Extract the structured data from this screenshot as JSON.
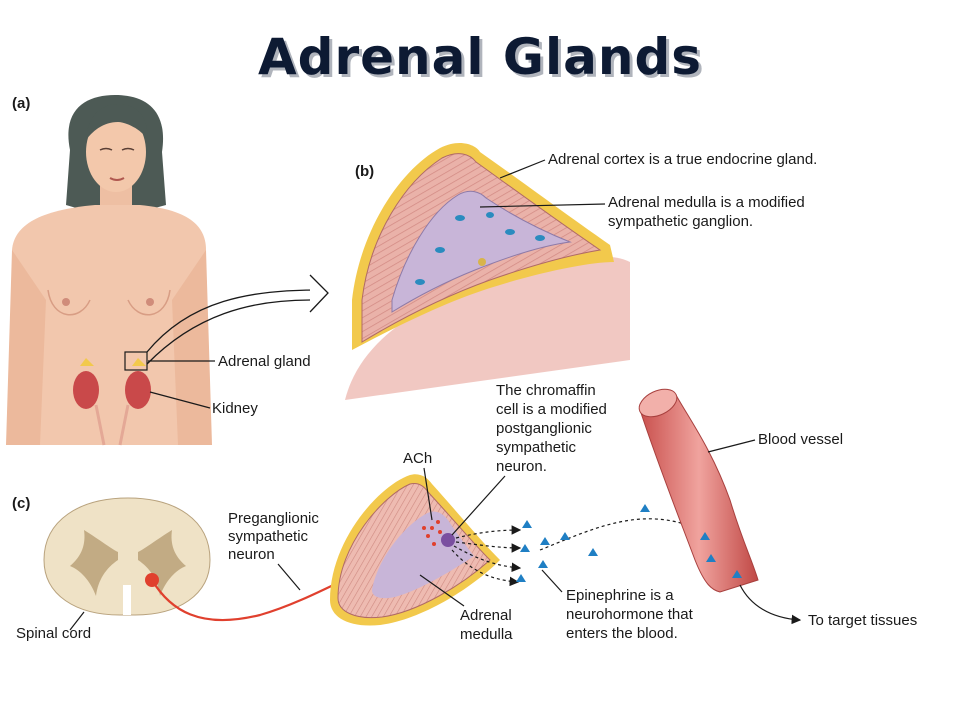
{
  "title": "Adrenal Glands",
  "panels": {
    "a": "(a)",
    "b": "(b)",
    "c": "(c)"
  },
  "labels": {
    "adrenal_gland": "Adrenal gland",
    "kidney": "Kidney",
    "cortex": "Adrenal cortex is a true endocrine gland.",
    "medulla_line1": "Adrenal medulla is a modified",
    "medulla_line2": "sympathetic ganglion.",
    "chromaffin_line1": "The chromaffin",
    "chromaffin_line2": "cell is a modified",
    "chromaffin_line3": "postganglionic",
    "chromaffin_line4": "sympathetic",
    "chromaffin_line5": "neuron.",
    "ach": "ACh",
    "blood_vessel": "Blood vessel",
    "pre_line1": "Preganglionic",
    "pre_line2": "sympathetic",
    "pre_line3": "neuron",
    "spinal_cord": "Spinal cord",
    "adrenal_medulla_line1": "Adrenal",
    "adrenal_medulla_line2": "medulla",
    "epi_line1": "Epinephrine is a",
    "epi_line2": "neurohormone that",
    "epi_line3": "enters the blood.",
    "target": "To target tissues"
  },
  "colors": {
    "skin": "#f2c7ad",
    "hair": "#4d5a55",
    "cortex": "#e8a7a0",
    "medulla": "#c8b5d8",
    "vessel": "#d96a66",
    "epinephrine": "#1f7fc4",
    "nerve": "#e0402e",
    "capsule": "#f2c94c"
  }
}
